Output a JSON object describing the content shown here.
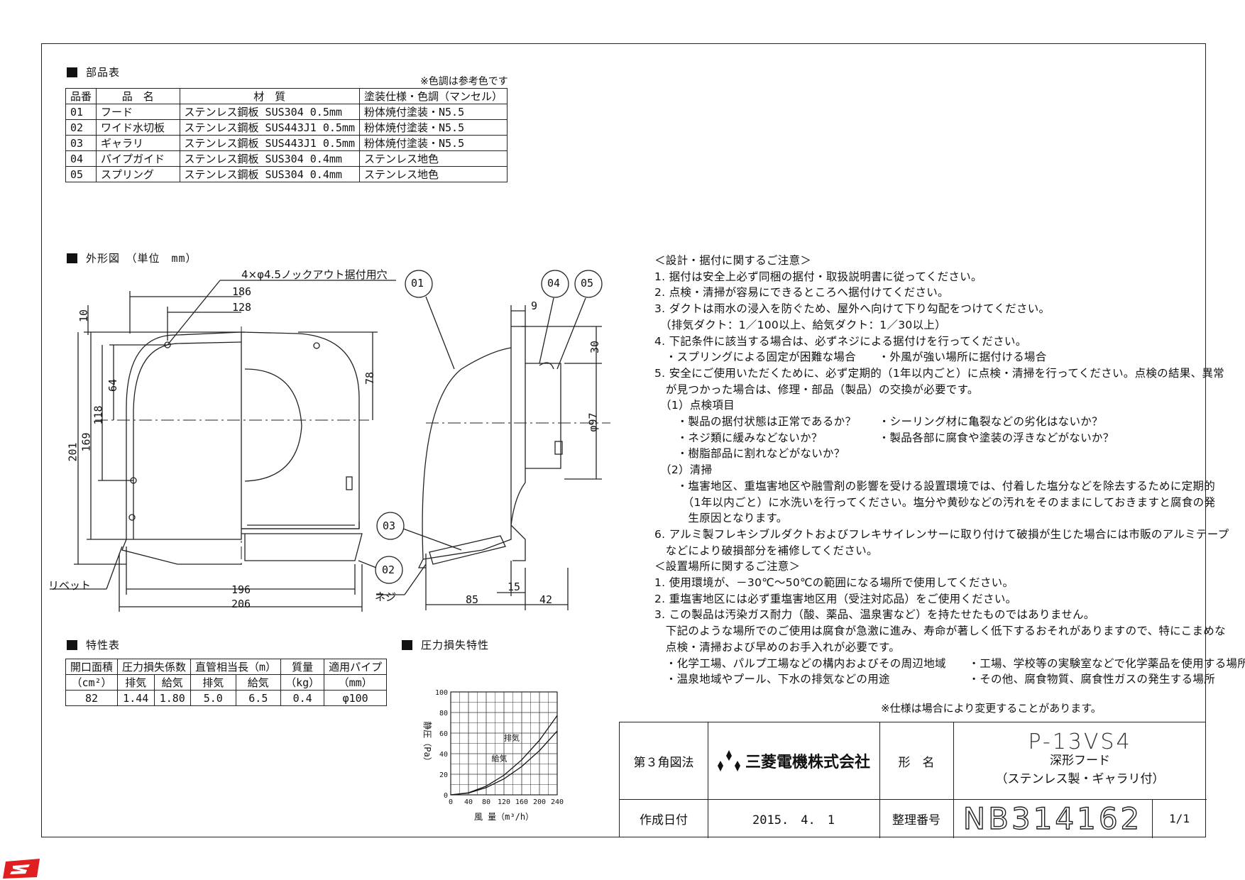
{
  "parts": {
    "title": "部品表",
    "note": "※色調は参考色です",
    "headers": [
      "品番",
      "品　名",
      "材　質",
      "塗装仕様・色調（マンセル）"
    ],
    "rows": [
      [
        "01",
        "フード",
        "ステンレス鋼板 SUS304 0.5mm",
        "粉体焼付塗装・N5.5"
      ],
      [
        "02",
        "ワイド水切板",
        "ステンレス鋼板 SUS443J1 0.5mm",
        "粉体焼付塗装・N5.5"
      ],
      [
        "03",
        "ギャラリ",
        "ステンレス鋼板 SUS443J1 0.5mm",
        "粉体焼付塗装・N5.5"
      ],
      [
        "04",
        "パイプガイド",
        "ステンレス鋼板 SUS304 0.4mm",
        "ステンレス地色"
      ],
      [
        "05",
        "スプリング",
        "ステンレス鋼板 SUS304 0.4mm",
        "ステンレス地色"
      ]
    ]
  },
  "outline": {
    "title": "外形図　（単位　mm）",
    "knockout_label": "4×φ4.5ノックアウト据付用穴",
    "dims": {
      "d186": "186",
      "d128": "128",
      "d10": "10",
      "d64": "64",
      "d118": "118",
      "d169": "169",
      "d201": "201",
      "d78": "78",
      "d196": "196",
      "d206": "206",
      "d9": "9",
      "d30": "30",
      "d97": "φ97",
      "d85": "85",
      "d42": "42",
      "d15": "15"
    },
    "callouts": [
      "01",
      "02",
      "03",
      "04",
      "05"
    ],
    "rivet": "リベット",
    "screw": "ネジ"
  },
  "spec": {
    "title": "特性表",
    "h1": [
      "開口面積",
      "圧力損失係数",
      "直管相当長（m）",
      "質量",
      "適用パイプ"
    ],
    "h2": [
      "（cm²）",
      "排気",
      "給気",
      "排気",
      "給気",
      "（kg）",
      "（mm）"
    ],
    "row": [
      "82",
      "1.44",
      "1.80",
      "5.0",
      "6.5",
      "0.4",
      "φ100"
    ]
  },
  "pressure_chart": {
    "title": "圧力損失特性"
  },
  "chart_data": {
    "type": "line",
    "title": "圧力損失特性",
    "xlabel": "風 量（m³/h）",
    "ylabel": "静圧（Pa）",
    "x_ticks": [
      "0",
      "40",
      "80",
      "120",
      "160",
      "200",
      "240"
    ],
    "y_ticks": [
      "0",
      "20",
      "40",
      "60",
      "80",
      "100"
    ],
    "xlim": [
      0,
      240
    ],
    "ylim": [
      0,
      100
    ],
    "grid": true,
    "series": [
      {
        "name": "給気",
        "x": [
          0,
          40,
          80,
          120,
          160,
          200,
          240
        ],
        "y": [
          0,
          2,
          8.5,
          19,
          34,
          53,
          77
        ]
      },
      {
        "name": "排気",
        "x": [
          0,
          40,
          80,
          120,
          160,
          200,
          240
        ],
        "y": [
          0,
          1.7,
          7,
          15.5,
          27.5,
          43,
          62
        ]
      }
    ]
  },
  "notes": {
    "lines": [
      "＜設計・据付に関するご注意＞",
      "1. 据付は安全上必ず同梱の据付・取扱説明書に従ってください。",
      "2. 点検・清掃が容易にできるところへ据付けてください。",
      "3. ダクトは雨水の浸入を防ぐため、屋外へ向けて下り勾配をつけてください。",
      "　（排気ダクト：1／100以上、給気ダクト：1／30以上）",
      "4. 下記条件に該当する場合は、必ずネジによる据付けを行ってください。",
      "　・スプリングによる固定が困難な場合　　・外風が強い場所に据付ける場合",
      "5. 安全にご使用いただくために、必ず定期的（1年以内ごと）に点検・清掃を行ってください。点検の結果、異常",
      "　が見つかった場合は、修理・部品（製品）の交換が必要です。",
      "　（1）点検項目",
      "　　・製品の据付状態は正常であるか？　　・シーリング材に亀裂などの劣化はないか？",
      "　　・ネジ類に緩みなどないか？　　　　　・製品各部に腐食や塗装の浮きなどがないか？",
      "　　・樹脂部品に割れなどがないか？",
      "　（2）清掃",
      "　　・塩害地区、重塩害地区や融雪剤の影響を受ける設置環境では、付着した塩分などを除去するために定期的",
      "　　　（1年以内ごと）に水洗いを行ってください。塩分や黄砂などの汚れをそのままにしておきますと腐食の発",
      "　　　生原因となります。",
      "6. アルミ製フレキシブルダクトおよびフレキサイレンサーに取り付けて破損が生じた場合には市販のアルミテープ",
      "　などにより破損部分を補修してください。",
      "＜設置場所に関するご注意＞",
      "1. 使用環境が、－30℃～50℃の範囲になる場所で使用してください。",
      "2. 重塩害地区には必ず重塩害地区用（受注対応品）をご使用ください。",
      "3. この製品は汚染ガス耐力（酸、薬品、温泉害など）を持たせたものではありません。",
      "　下記のような場所でのご使用は腐食が急激に進み、寿命が著しく低下するおそれがありますので、特にこまめな",
      "　点検・清掃および早めのお手入れが必要です。",
      "　・化学工場、パルプ工場などの構内およびその周辺地域　　・工場、学校等の実験室などで化学薬品を使用する場所",
      "　・温泉地域やプール、下水の排気などの用途　　　　　　　・その他、腐食物質、腐食性ガスの発生する場所"
    ],
    "footnote": "※仕様は場合により変更することがあります。"
  },
  "title_block": {
    "projection": "第３角図法",
    "company": "三菱電機株式会社",
    "model_label": "形　名",
    "model": "P-13VS4",
    "name1": "深形フード",
    "name2": "（ステンレス製・ギャラリ付）",
    "date_label": "作成日付",
    "date": "2015.　4.　1",
    "number_label": "整理番号",
    "number": "NB314162",
    "sheet": "1/1"
  },
  "colors": {
    "line": "#222222",
    "logo_red": "#e02020"
  }
}
